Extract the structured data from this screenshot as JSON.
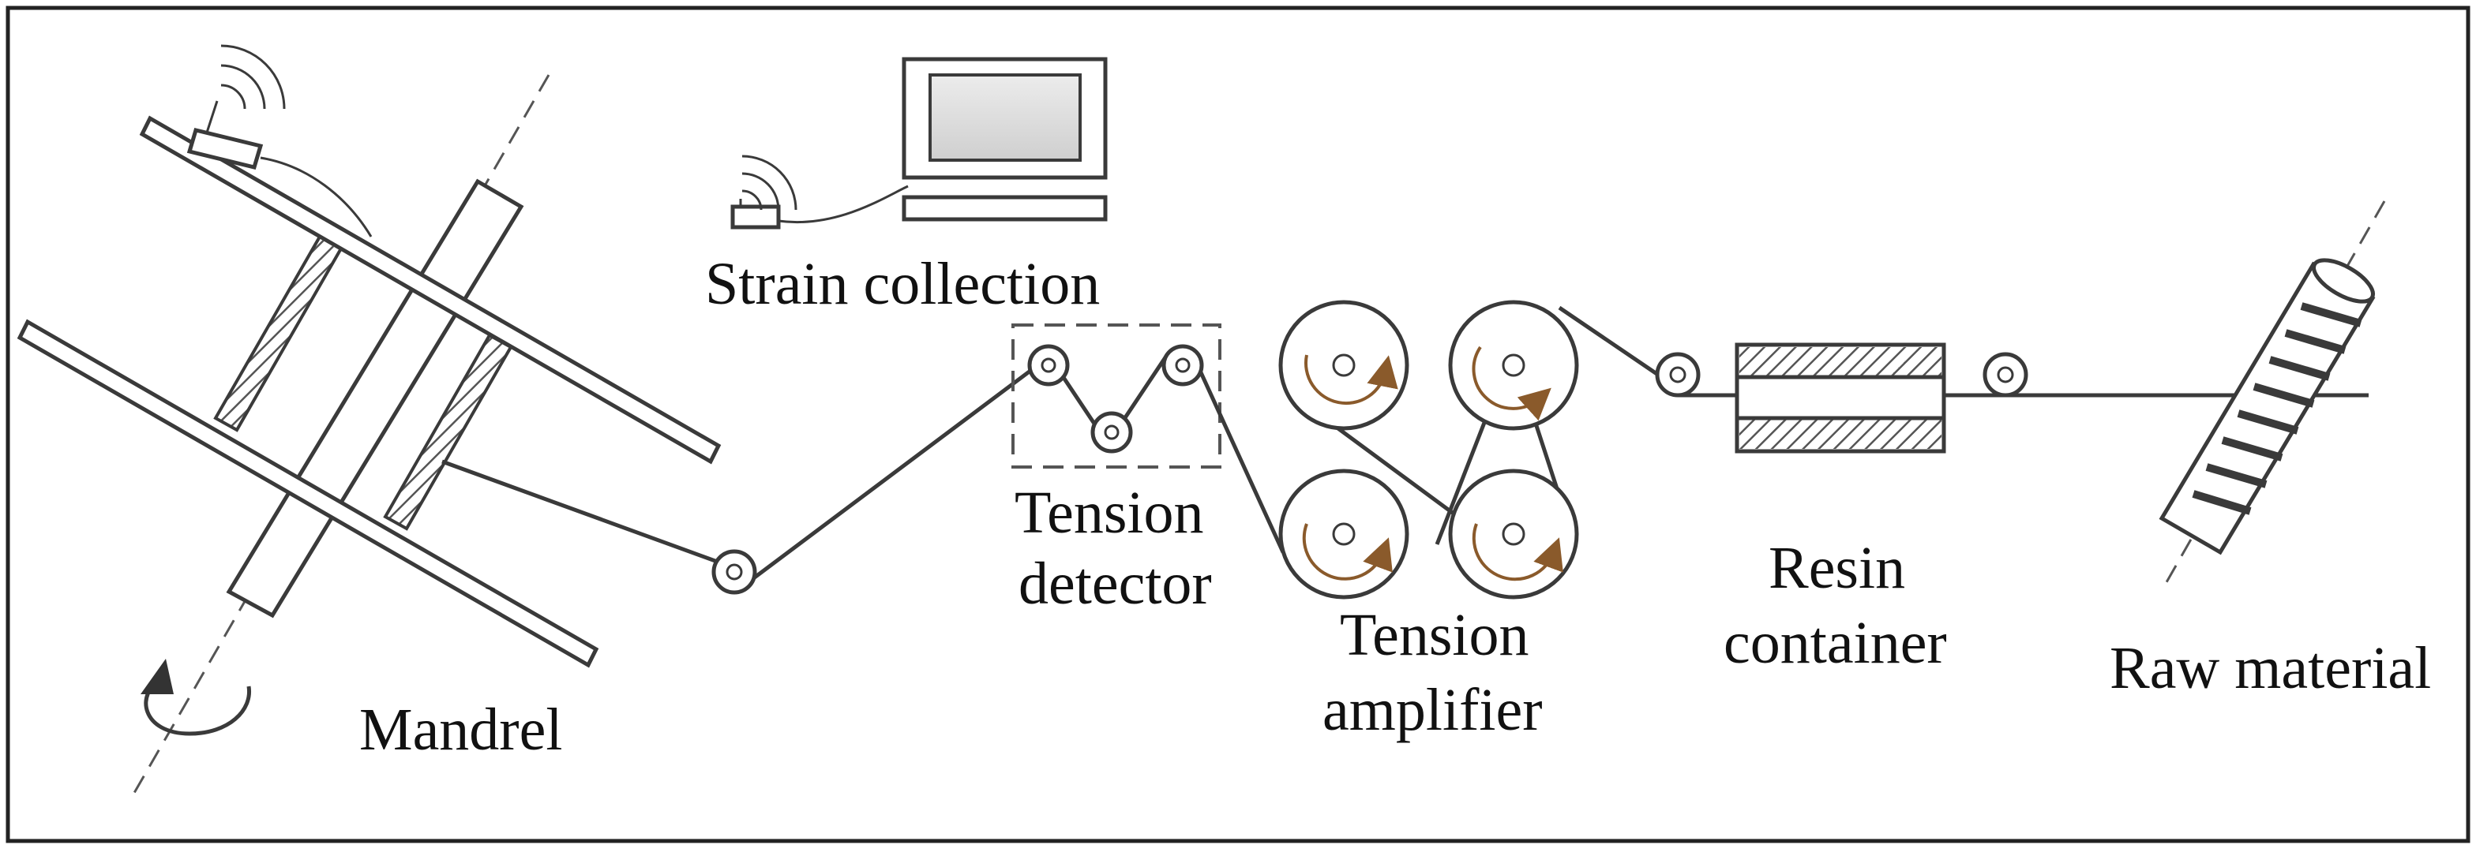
{
  "labels": {
    "mandrel": "Mandrel",
    "strain_collection": "Strain collection",
    "tension_detector_line1": "Tension",
    "tension_detector_line2": "detector",
    "tension_amplifier_line1": "Tension",
    "tension_amplifier_line2": "amplifier",
    "resin_container_line1": "Resin",
    "resin_container_line2": "container",
    "raw_material": "Raw material"
  },
  "colors": {
    "line": "#3a3a3a",
    "rotation_arrow": "#8a5a2b",
    "hatch": "#555555",
    "monitor_screen": "#dcdcdc"
  },
  "icons": [
    "wireless-signal-icon",
    "rotation-arrow-icon",
    "computer-monitor-icon"
  ]
}
